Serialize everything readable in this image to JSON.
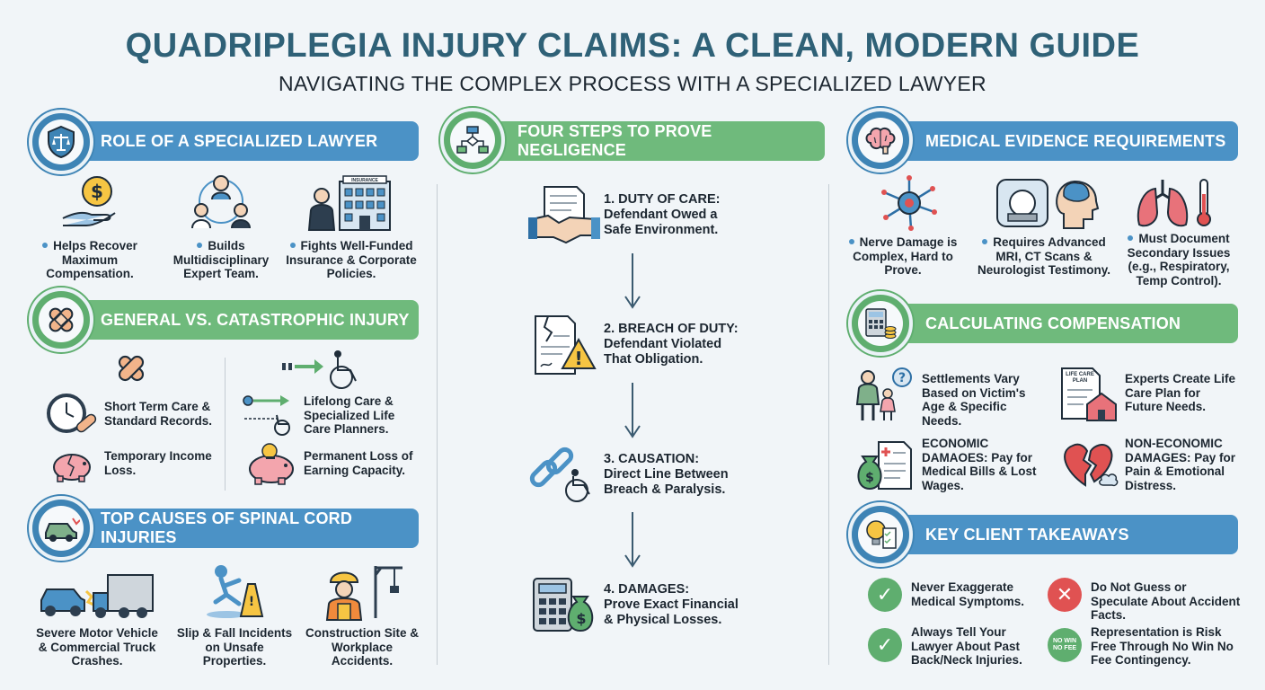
{
  "title": "QUADRIPLEGIA INJURY CLAIMS: A CLEAN, MODERN GUIDE",
  "subtitle": "NAVIGATING THE COMPLEX PROCESS WITH A SPECIALIZED LAWYER",
  "colors": {
    "blue": "#4b92c6",
    "green": "#6fba7c",
    "title": "#2f6177",
    "red": "#e05252"
  },
  "role": {
    "heading": "ROLE OF A SPECIALIZED LAWYER",
    "icon": "shield-scales-icon",
    "items": [
      {
        "text": "Helps Recover Maximum Compensation.",
        "icon": "hand-coin-icon"
      },
      {
        "text": "Builds Multidisciplinary Expert Team.",
        "icon": "team-network-icon"
      },
      {
        "text": "Fights Well-Funded Insurance & Corporate Policies.",
        "icon": "insurance-building-icon",
        "sign": "INSURANCE"
      }
    ]
  },
  "injury": {
    "heading": "GENERAL VS. CATASTROPHIC INJURY",
    "icon": "bandage-icon",
    "general": [
      {
        "text": "Short Term Care & Standard Records.",
        "icon": "clock-bandage-icon"
      },
      {
        "text": "Temporary Income Loss.",
        "icon": "broken-piggy-bank-icon"
      }
    ],
    "catastrophic": [
      {
        "text": "Lifelong Care & Specialized Life Care Planners.",
        "icon": "wheelchair-arrow-icon"
      },
      {
        "text": "Permanent Loss of Earning Capacity.",
        "icon": "piggy-bank-coin-icon"
      }
    ]
  },
  "causes": {
    "heading": "TOP CAUSES OF SPINAL CORD INJURIES",
    "icon": "car-crash-icon",
    "items": [
      {
        "text": "Severe Motor Vehicle & Commercial Truck Crashes.",
        "icon": "truck-crash-icon"
      },
      {
        "text": "Slip & Fall Incidents on Unsafe Properties.",
        "icon": "slip-fall-icon"
      },
      {
        "text": "Construction Site & Workplace Accidents.",
        "icon": "construction-worker-icon"
      }
    ]
  },
  "negligence": {
    "heading": "FOUR STEPS TO PROVE NEGLIGENCE",
    "icon": "flowchart-icon",
    "steps": [
      {
        "title": "1. DUTY OF CARE:",
        "text": "Defendant Owed a Safe Environment.",
        "icon": "handshake-document-icon"
      },
      {
        "title": "2. BREACH OF DUTY:",
        "text": "Defendant Violated That Obligation.",
        "icon": "torn-document-warning-icon"
      },
      {
        "title": "3. CAUSATION:",
        "text": "Direct Line Between Breach & Paralysis.",
        "icon": "chain-wheelchair-icon"
      },
      {
        "title": "4. DAMAGES:",
        "text": "Prove Exact Financial & Physical Losses.",
        "icon": "calculator-money-icon"
      }
    ]
  },
  "medical": {
    "heading": "MEDICAL EVIDENCE REQUIREMENTS",
    "icon": "brain-icon",
    "items": [
      {
        "text": "Nerve Damage is Complex, Hard to Prove.",
        "icon": "nerve-cell-icon"
      },
      {
        "text": "Requires Advanced MRI, CT Scans & Neurologist Testimony.",
        "icon": "mri-brain-icon"
      },
      {
        "text": "Must Document Secondary Issues (e.g., Respiratory, Temp Control).",
        "icon": "lungs-thermometer-icon"
      }
    ]
  },
  "compensation": {
    "heading": "CALCULATING COMPENSATION",
    "icon": "calculator-coins-icon",
    "items": [
      {
        "text": "Settlements Vary Based on Victim's Age & Specific Needs.",
        "icon": "family-question-icon"
      },
      {
        "text": "Experts Create Life Care Plan for Future Needs.",
        "icon": "life-care-plan-icon",
        "sign": "LIFE CARE PLAN"
      },
      {
        "text": "ECONOMIC DAMAOES: Pay for Medical Bills & Lost Wages.",
        "icon": "money-bag-bill-icon"
      },
      {
        "text": "NON-ECONOMIC DAMAGES: Pay for Pain & Emotional Distress.",
        "icon": "broken-heart-icon"
      }
    ]
  },
  "takeaways": {
    "heading": "KEY CLIENT TAKEAWAYS",
    "icon": "lightbulb-checklist-icon",
    "items": [
      {
        "text": "Never Exaggerate Medical Symptoms.",
        "icon": "check-circle-icon"
      },
      {
        "text": "Do Not Guess or Speculate About Accident Facts.",
        "icon": "x-circle-icon"
      },
      {
        "text": "Always Tell Your Lawyer About Past Back/Neck Injuries.",
        "icon": "check-circle-icon"
      },
      {
        "text": "Representation is Risk Free Through No Win No Fee Contingency.",
        "icon": "no-win-no-fee-seal-icon",
        "seal": "NO WIN NO FEE"
      }
    ]
  }
}
